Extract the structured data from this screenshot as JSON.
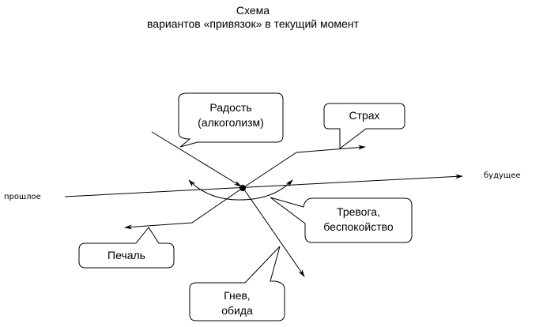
{
  "title": {
    "line1": "Схема",
    "line2": "вариантов «привязок» в текущий момент"
  },
  "axis": {
    "left_label": "прошлое",
    "right_label": "будущее"
  },
  "callouts": {
    "joy": [
      "Радость",
      "(алкоголизм)"
    ],
    "fear": [
      "Страх"
    ],
    "anxiety": [
      "Тревога,",
      "беспокойство"
    ],
    "sadness": [
      "Печаль"
    ],
    "anger": [
      "Гнев,",
      "обида"
    ]
  },
  "colors": {
    "stroke": "#000000",
    "background": "#ffffff"
  }
}
